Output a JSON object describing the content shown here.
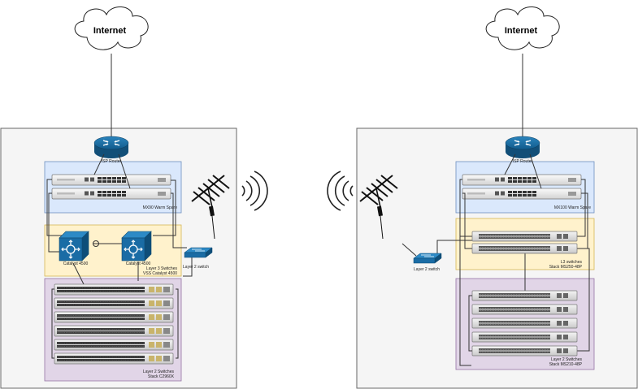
{
  "site_a": {
    "internet": "Internet",
    "isp_router": "ISP Router",
    "mx_label": "MX90 Warm Spare",
    "core_left": "Catalyst 4500",
    "core_right": "Catalyst 4500",
    "l3_label_1": "Layer 3 Switches",
    "l3_label_2": "VSS Catalyst 4500",
    "l2_switch": "Layer 2 switch",
    "access_label_1": "Layer 2 Switches",
    "access_label_2": "Stack C2960X"
  },
  "site_b": {
    "internet": "Internet",
    "isp_router": "ISP Router",
    "mx_label": "MX100 Warm Spare",
    "l2_switch": "Layer 2 switch",
    "l3_label_1": "L3 switches",
    "l3_label_2": "Stack MS250-48P",
    "access_label_1": "Layer 2 Switches",
    "access_label_2": "Stack MS210-48P"
  },
  "colors": {
    "panel_bg": "#f5f5f5",
    "panel_border": "#666666",
    "mx_zone": "#dae8fc",
    "mx_zone_border": "#6c8ebf",
    "core_zone": "#fff2cc",
    "core_zone_border": "#d6b656",
    "access_zone": "#e1d5e7",
    "access_zone_border": "#9673a6",
    "network_blue": "#1c5f8d"
  },
  "icons": [
    "cloud-icon",
    "router-icon",
    "firewall-appliance-icon",
    "layer3-switch-icon",
    "layer2-switch-icon",
    "antenna-icon",
    "wireless-signal-icon",
    "rack-switch-icon"
  ]
}
